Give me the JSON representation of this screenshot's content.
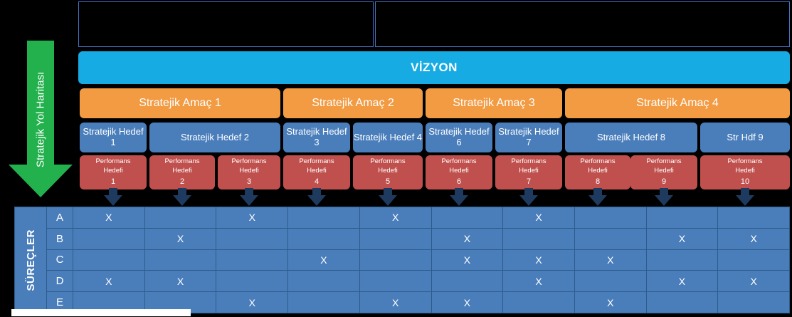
{
  "roadmap": {
    "label": "Stratejik Yol Haritası",
    "color": "#22B14C"
  },
  "top_boxes": [
    {
      "label": "",
      "name": "empty-box-left"
    },
    {
      "label": "",
      "name": "empty-box-right"
    }
  ],
  "vision": {
    "label": "VİZYON",
    "color": "#17ABE3"
  },
  "aims": [
    {
      "label": "Stratejik Amaç 1"
    },
    {
      "label": "Stratejik Amaç 2"
    },
    {
      "label": "Stratejik Amaç 3"
    },
    {
      "label": "Stratejik Amaç 4"
    }
  ],
  "aim_color": "#F29B43",
  "targets": [
    {
      "label": "Stratejik Hedef 1"
    },
    {
      "label": "Stratejik Hedef 2"
    },
    {
      "label": "Stratejik Hedef 3"
    },
    {
      "label": "Stratejik Hedef 4"
    },
    {
      "label": "Stratejik Hedef 6"
    },
    {
      "label": "Stratejik Hedef 7"
    },
    {
      "label": "Stratejik Hedef 8"
    },
    {
      "label": "Str Hdf 9"
    }
  ],
  "target_color": "#4A7EBB",
  "performance": {
    "title_line1": "Performans",
    "title_line2": "Hedefi",
    "color": "#C0504D",
    "items": [
      {
        "num": "1"
      },
      {
        "num": "2"
      },
      {
        "num": "3"
      },
      {
        "num": "4"
      },
      {
        "num": "5"
      },
      {
        "num": "6"
      },
      {
        "num": "7"
      },
      {
        "num": "8"
      },
      {
        "num": "9"
      },
      {
        "num": "10"
      }
    ]
  },
  "arrow_color": "#1F3A5F",
  "matrix": {
    "side_label": "SÜREÇLER",
    "mark": "X",
    "columns": [
      "1",
      "2",
      "3",
      "4",
      "5",
      "6",
      "7",
      "8",
      "9",
      "10"
    ],
    "rows": [
      {
        "label": "A",
        "marks": [
          true,
          false,
          true,
          false,
          true,
          false,
          true,
          false,
          false,
          false
        ]
      },
      {
        "label": "B",
        "marks": [
          false,
          true,
          false,
          false,
          false,
          true,
          false,
          false,
          true,
          true
        ]
      },
      {
        "label": "C",
        "marks": [
          false,
          false,
          false,
          true,
          false,
          true,
          true,
          true,
          false,
          false
        ]
      },
      {
        "label": "D",
        "marks": [
          true,
          true,
          false,
          false,
          false,
          false,
          true,
          false,
          true,
          true
        ]
      },
      {
        "label": "E",
        "marks": [
          false,
          false,
          true,
          false,
          true,
          true,
          false,
          true,
          false,
          false
        ]
      }
    ]
  }
}
